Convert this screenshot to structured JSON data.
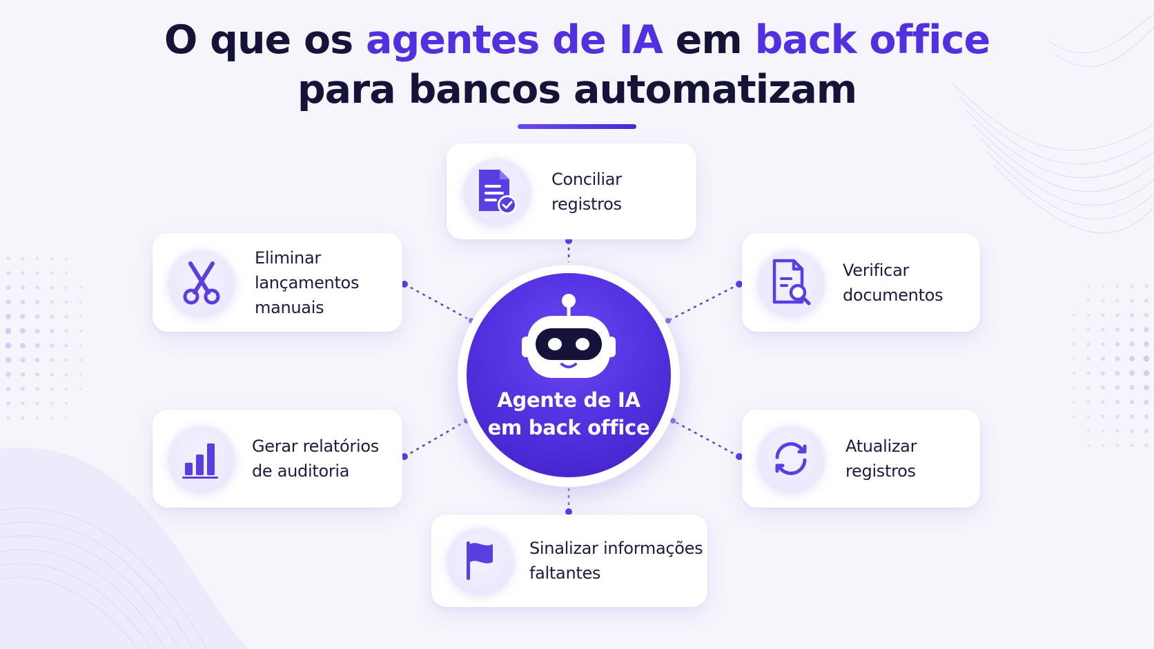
{
  "title": {
    "part1": "O que os ",
    "part2": "agentes de IA",
    "part3": " em ",
    "part4": "back office",
    "line2": "para bancos automatizam"
  },
  "center": {
    "label": "Agente de IA\nem back office",
    "icon": "robot-icon"
  },
  "tasks": [
    {
      "label": "Conciliar\nregistros",
      "icon": "document-check-icon"
    },
    {
      "label": "Eliminar\nlançamentos\nmanuais",
      "icon": "scissors-icon"
    },
    {
      "label": "Verificar\ndocumentos",
      "icon": "document-search-icon"
    },
    {
      "label": "Gerar relatórios\nde auditoria",
      "icon": "bar-chart-icon"
    },
    {
      "label": "Atualizar\nregistros",
      "icon": "refresh-icon"
    },
    {
      "label": "Sinalizar informações\nfaltantes",
      "icon": "flag-icon"
    }
  ],
  "colors": {
    "accent": "#5230e0",
    "title": "#151438",
    "background": "#f6f5fc"
  }
}
